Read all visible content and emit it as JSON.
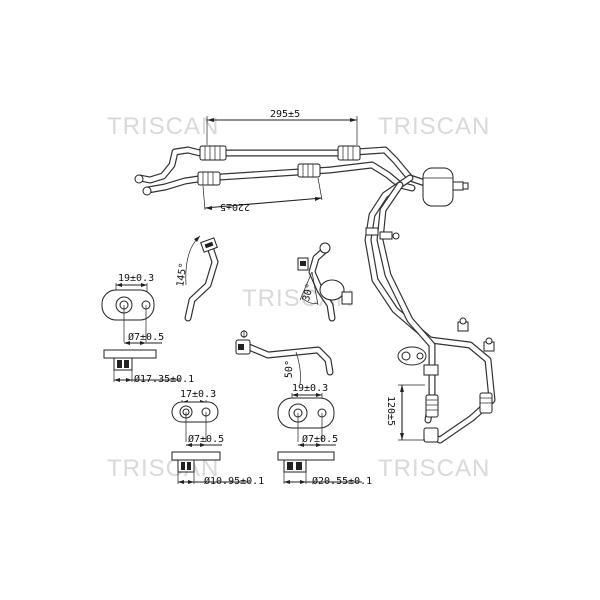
{
  "watermark": {
    "text": "TRISCAN"
  },
  "dimensions": {
    "top_length": "295±5",
    "lower_length": "220±5",
    "angle_145": "145°",
    "angle_30": "30°",
    "angle_50": "50°",
    "vertical_length": "120±5",
    "fitting_a_width": "19±0.3",
    "fitting_a_hole": "Ø7±0.5",
    "fitting_a_diameter": "Ø17.35±0.1",
    "fitting_b_width": "17±0.3",
    "fitting_b_hole": "Ø7±0.5",
    "fitting_b_diameter": "Ø10.95±0.1",
    "fitting_c_width": "19±0.3",
    "fitting_c_hole": "Ø7±0.5",
    "fitting_c_diameter": "Ø20.55±0.1"
  }
}
